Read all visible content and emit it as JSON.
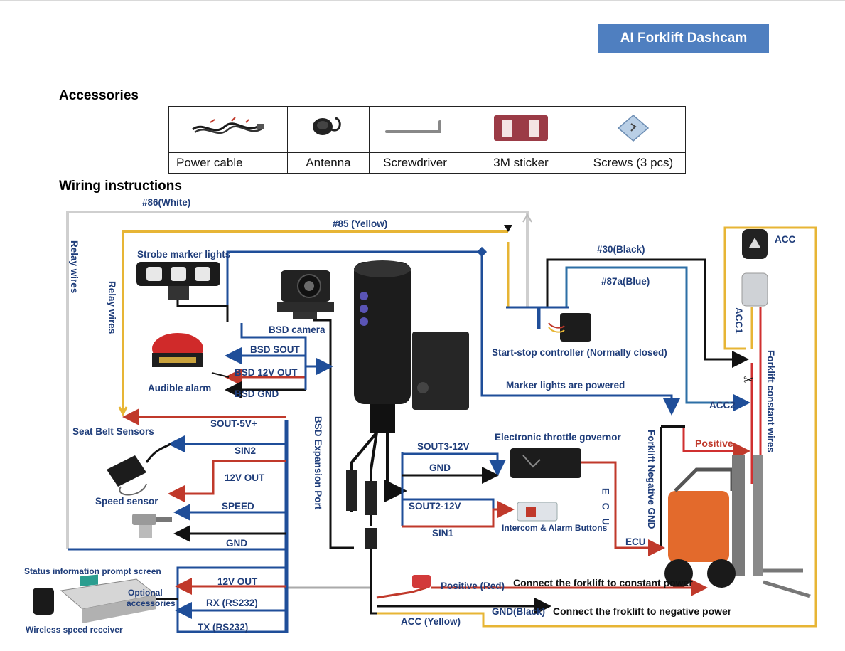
{
  "header": {
    "brand": "AI Forklift Dashcam"
  },
  "accessories": {
    "title": "Accessories",
    "items": [
      {
        "label": "Power cable",
        "icon": "power-cable-icon"
      },
      {
        "label": "Antenna",
        "icon": "antenna-icon"
      },
      {
        "label": "Screwdriver",
        "icon": "screwdriver-icon"
      },
      {
        "label": "3M sticker",
        "icon": "sticker-icon"
      },
      {
        "label": "Screws (3 pcs)",
        "icon": "screws-icon"
      }
    ]
  },
  "wiring": {
    "title": "Wiring instructions",
    "labels": {
      "white86": "#86(White)",
      "yellow85": "#85 (Yellow)",
      "relay_wires": "Relay wires",
      "strobe": "Strobe marker lights",
      "bsd_camera": "BSD camera",
      "bsd_sout": "BSD SOUT",
      "bsd_12v": "BSD 12V OUT",
      "bsd_gnd": "BSD GND",
      "audible_alarm": "Audible alarm",
      "seat_belt": "Seat Belt Sensors",
      "sout_5v": "SOUT-5V+",
      "sin2": "SIN2",
      "out12v": "12V OUT",
      "speed": "SPEED",
      "speed_sensor": "Speed sensor",
      "gnd": "GND",
      "status_screen": "Status information prompt screen",
      "optional": "Optional",
      "accessories_word": "accessories",
      "out12v_2": "12V OUT",
      "rx": "RX  (RS232)",
      "tx": "TX  (RS232)",
      "wireless": "Wireless speed receiver",
      "bsd_port": "BSD Expansion Port",
      "black30": "#30(Black)",
      "blue87a": "#87a(Blue)",
      "start_stop": "Start-stop controller (Normally closed)",
      "marker_powered": "Marker lights are powered",
      "acc": "ACC",
      "acc1": "ACC1",
      "acc2": "ACC2",
      "constant_wires": "Forklift constant wires",
      "negative_gnd": "Forklift Negative GND",
      "governor": "Electronic throttle governor",
      "sout3": "SOUT3-12V",
      "gnd2": "GND",
      "sout2": "SOUT2-12V",
      "sin1": "SIN1",
      "intercom": "Intercom & Alarm Buttons",
      "ecu_vertical": "E C U",
      "ecu": "ECU",
      "positive": "Positive",
      "positive_red": "Positive (Red)",
      "constant_note": "Connect the forklift to constant power",
      "gnd_black": "GND(Black)",
      "negative_note": "Connect the froklift to negative power",
      "acc_yellow": "ACC  (Yellow)"
    }
  }
}
